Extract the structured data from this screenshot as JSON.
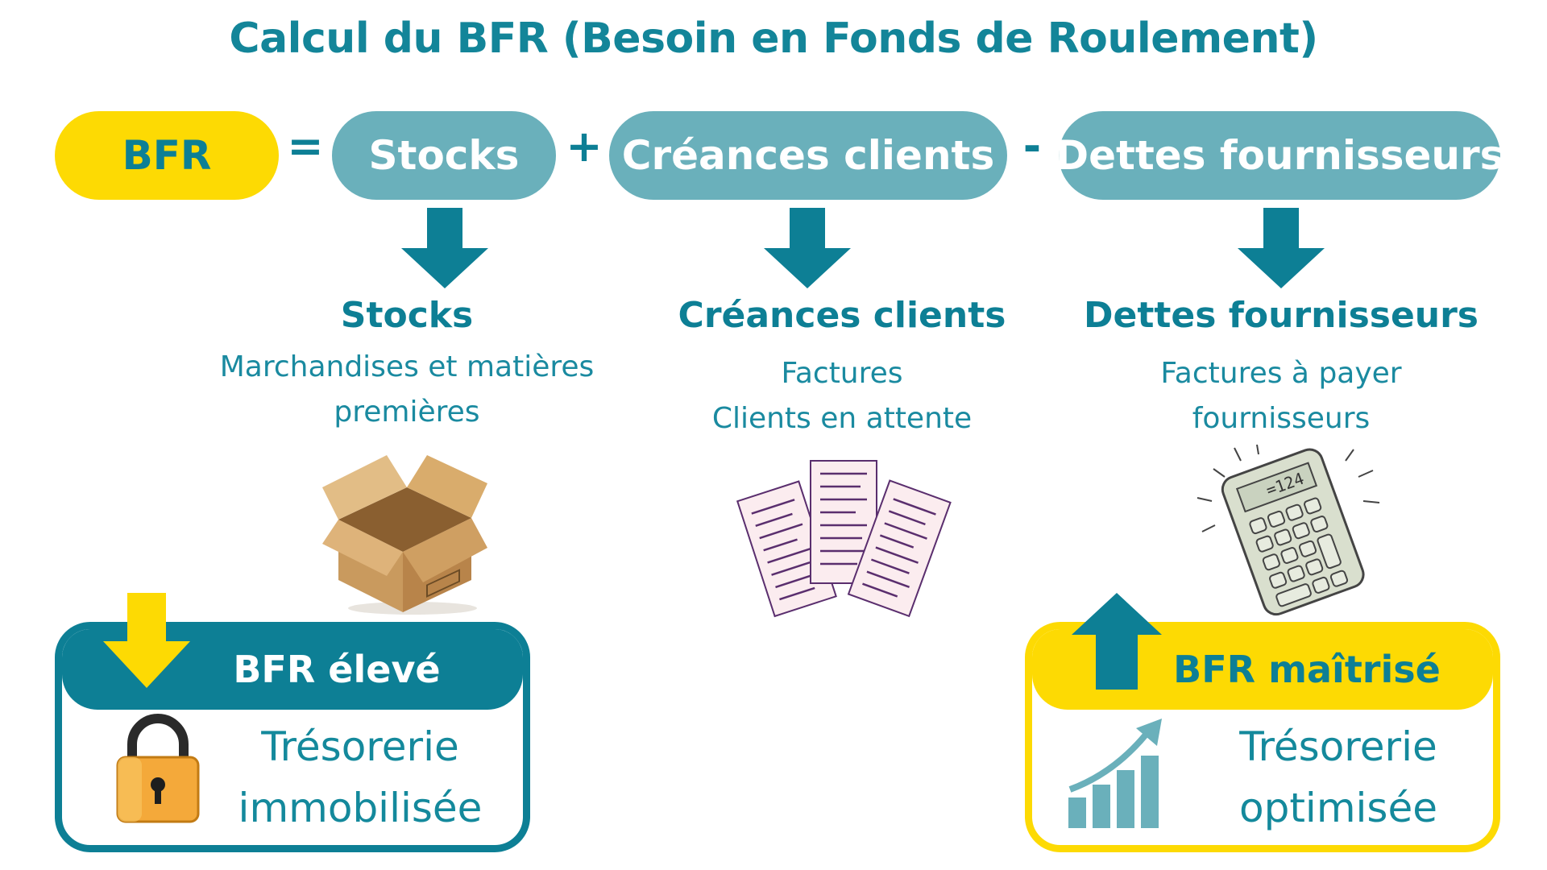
{
  "title": "Calcul du BFR (Besoin en Fonds de Roulement)",
  "formula": {
    "bfr": "BFR",
    "equals": "=",
    "stocks": "Stocks",
    "plus": "+",
    "creances": "Créances clients",
    "minus": "-",
    "dettes": "Dettes fournisseurs"
  },
  "columns": [
    {
      "title": "Stocks",
      "lines": [
        "Marchandises et matières",
        "premières"
      ],
      "icon": "cardboard-box-icon"
    },
    {
      "title": "Créances clients",
      "lines": [
        "Factures",
        "Clients en attente"
      ],
      "icon": "invoices-icon"
    },
    {
      "title": "Dettes fournisseurs",
      "lines": [
        "Factures à payer",
        "fournisseurs"
      ],
      "icon": "calculator-icon"
    }
  ],
  "calculator_display": "=124",
  "boxes": {
    "high": {
      "title": "BFR élevé",
      "lines": [
        "Trésorerie",
        "immobilisée"
      ],
      "icon": "padlock-icon"
    },
    "controlled": {
      "title": "BFR maîtrisé",
      "lines": [
        "Trésorerie",
        "optimisée"
      ],
      "icon": "growth-chart-icon"
    }
  },
  "colors": {
    "teal_dark": "#0d7f95",
    "teal_light": "#6ab0bb",
    "yellow": "#fdda03",
    "white": "#ffffff"
  }
}
